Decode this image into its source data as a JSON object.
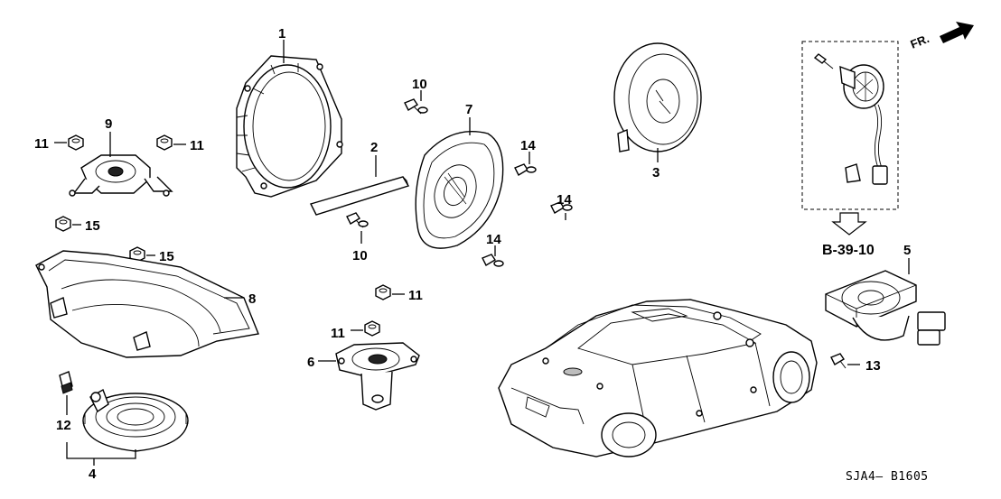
{
  "callouts": {
    "c1": "1",
    "c2": "2",
    "c3": "3",
    "c4": "4",
    "c5": "5",
    "c6": "6",
    "c7": "7",
    "c8": "8",
    "c9": "9",
    "c10a": "10",
    "c10b": "10",
    "c11a": "11",
    "c11b": "11",
    "c11c": "11",
    "c11d": "11",
    "c12": "12",
    "c13": "13",
    "c14a": "14",
    "c14b": "14",
    "c14c": "14",
    "c15a": "15",
    "c15b": "15"
  },
  "reference_label": "B-39-10",
  "direction_label": "FR.",
  "diagram_code": "SJA4– B1605",
  "icons": [
    "speaker-icon",
    "bracket-icon",
    "nut-icon",
    "screw-icon",
    "vehicle-icon",
    "arrow-icon"
  ]
}
